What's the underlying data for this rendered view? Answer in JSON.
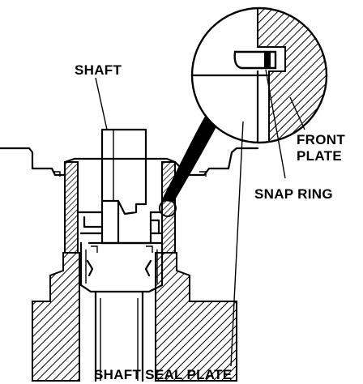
{
  "labels": {
    "shaft": "SHAFT",
    "front_plate_line1": "FRONT",
    "front_plate_line2": "PLATE",
    "snap_ring": "SNAP RING",
    "shaft_seal_plate": "SHAFT SEAL PLATE"
  },
  "colors": {
    "ink": "#000000",
    "paper": "#ffffff"
  }
}
